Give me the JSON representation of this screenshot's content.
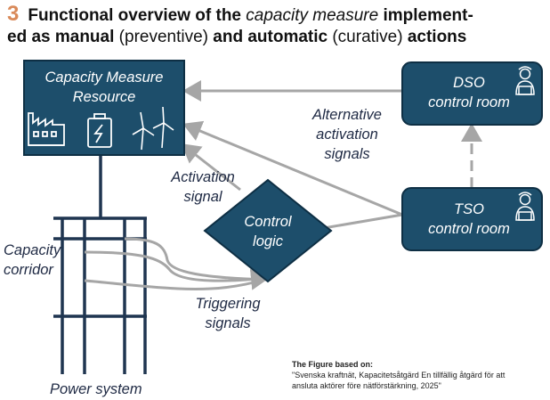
{
  "header": {
    "number": "3",
    "line1_bold": "Functional overview of the ",
    "line1_italic": "capacity measure",
    "line1_bold_end": " implement-",
    "line2_bold_a": "ed as manual ",
    "line2_norm_a": "(preventive)",
    "line2_bold_b": " and automatic ",
    "line2_norm_b": "(curative)",
    "line2_bold_c": " actions"
  },
  "nodes": {
    "resource": {
      "line1": "Capacity Measure",
      "line2": "Resource"
    },
    "dso": {
      "line1": "DSO",
      "line2": "control room"
    },
    "tso": {
      "line1": "TSO",
      "line2": "control room"
    },
    "logic": {
      "line1": "Control",
      "line2": "logic"
    }
  },
  "labels": {
    "alternative": {
      "line1": "Alternative",
      "line2": "activation",
      "line3": "signals"
    },
    "activation": {
      "line1": "Activation",
      "line2": "signal"
    },
    "corridor": {
      "line1": "Capacity",
      "line2": "corridor"
    },
    "triggering": {
      "line1": "Triggering",
      "line2": "signals"
    },
    "power_system": "Power system"
  },
  "footnote": {
    "title": "The Figure based on:",
    "line1": "\"Svenska kraftnät, Kapacitetsåtgärd En tillfällig åtgärd för att",
    "line2": "ansluta aktörer före nätförstärkning, 2025\""
  },
  "colors": {
    "box_fill": "#1d4e6b",
    "box_border": "#0e2f44",
    "arrow_gray": "#a6a6a6",
    "grid_line": "#1f3550",
    "header_number": "#d98a5a"
  },
  "icons": [
    "factory-icon",
    "battery-icon",
    "wind-turbine-icon",
    "operator-icon"
  ]
}
